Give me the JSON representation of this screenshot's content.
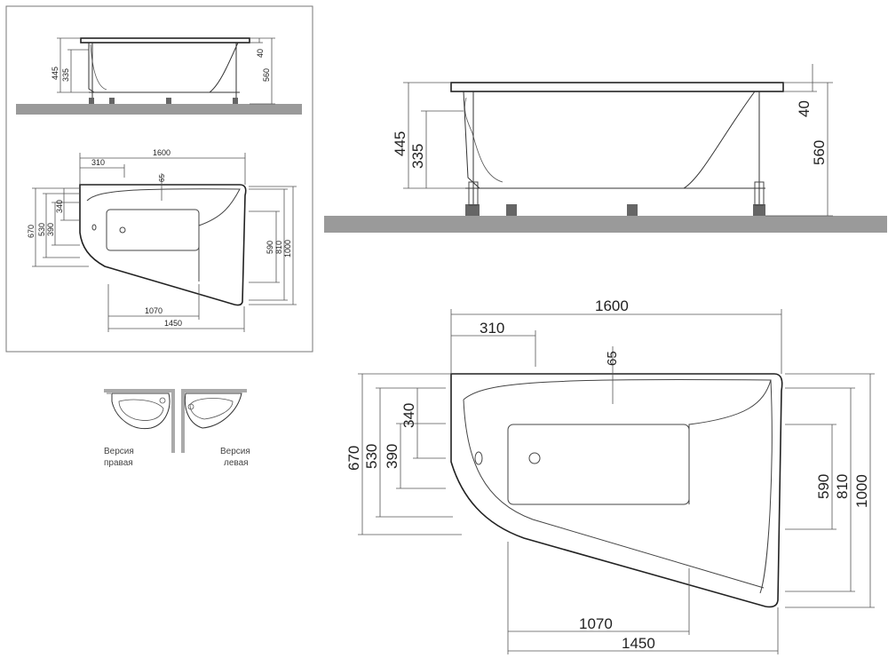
{
  "dimensions": {
    "overall_length": "1600",
    "offset_310": "310",
    "offset_65": "65",
    "width_670": "670",
    "width_530": "530",
    "width_390": "390",
    "width_340": "340",
    "width_590": "590",
    "width_810": "810",
    "width_1000": "1000",
    "length_1070": "1070",
    "length_1450": "1450",
    "height_445": "445",
    "height_335": "335",
    "height_40": "40",
    "height_560": "560"
  },
  "versions": {
    "right_line1": "Версия",
    "right_line2": "правая",
    "left_line1": "Версия",
    "left_line2": "левая"
  },
  "colors": {
    "floor": "#9a9a9a",
    "lines": "#333333",
    "frame": "#777777"
  }
}
